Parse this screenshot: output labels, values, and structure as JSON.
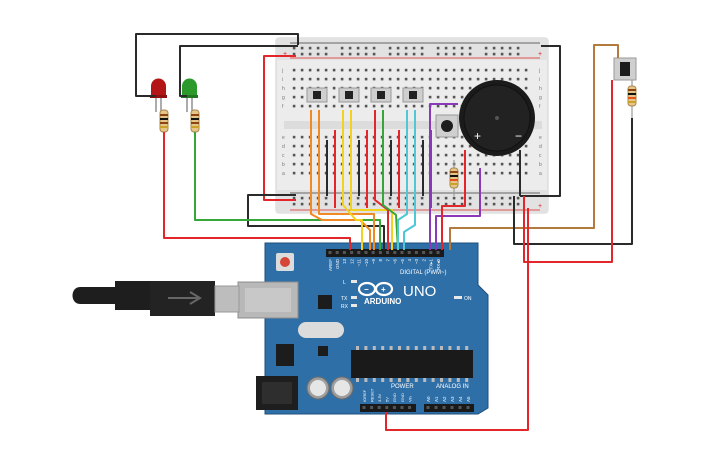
{
  "colors": {
    "board": "#2f6fa7",
    "board_dark": "#1d4f7c",
    "breadboard": "#e9e9e9",
    "wire_red": "#e3262a",
    "wire_black": "#2a2a2a",
    "wire_green": "#37a639",
    "wire_orange": "#f08a24",
    "wire_yellow": "#f3d21e",
    "wire_cyan": "#4ec7d6",
    "wire_purple": "#8a3ab9",
    "wire_brown": "#b27a3c",
    "led_red": "#b31616",
    "led_green": "#2b9a2b",
    "buzzer": "#1b1b1b"
  },
  "arduino": {
    "brand": "ARDUINO",
    "model": "UNO",
    "digital_label": "DIGITAL (PWM~)",
    "power_label": "POWER",
    "analog_label": "ANALOG IN",
    "on_label": "ON",
    "l_label": "L",
    "tx_label": "TX",
    "rx_label": "RX",
    "top_pins": [
      "AREF",
      "GND",
      "13",
      "12",
      "~11",
      "~10",
      "~9",
      "8",
      "7",
      "~6",
      "~5",
      "4",
      "~3",
      "2",
      "TX▸1",
      "RX◂0"
    ],
    "power_pins": [
      "IOREF",
      "RESET",
      "3.3V",
      "5V",
      "GND",
      "GND",
      "Vin"
    ],
    "analog_pins": [
      "A0",
      "A1",
      "A2",
      "A3",
      "A4",
      "A5"
    ]
  },
  "breadboard": {
    "row_letters_top": [
      "j",
      "i",
      "h",
      "g",
      "f"
    ],
    "row_letters_bottom": [
      "e",
      "d",
      "c",
      "b",
      "a"
    ],
    "plus": "+",
    "minus": "−"
  },
  "buzzer": {
    "plus": "+",
    "minus": "−"
  }
}
